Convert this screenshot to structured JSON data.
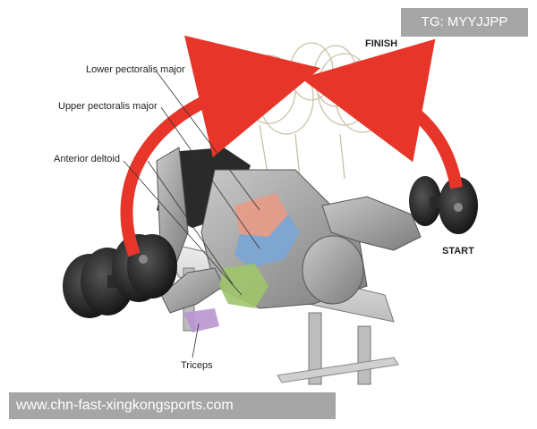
{
  "labels": {
    "lower_pectoralis": "Lower pectoralis major",
    "upper_pectoralis": "Upper pectoralis major",
    "anterior_deltoid": "Anterior deltoid",
    "triceps": "Triceps",
    "finish": "FINISH",
    "start": "START"
  },
  "watermark": "TG: MYYJJPP",
  "url_bar": "www.chn-fast-xingkongsports.com",
  "colors": {
    "arrow": "#e8352a",
    "pectoralis": "#e89a86",
    "upper_pectoralis": "#7aa6d6",
    "deltoid": "#9fc46a",
    "triceps": "#b996cf",
    "dumbbell": "#1e1e1e",
    "bench": "#d8d8d8",
    "skin": "#9a9a9a"
  }
}
